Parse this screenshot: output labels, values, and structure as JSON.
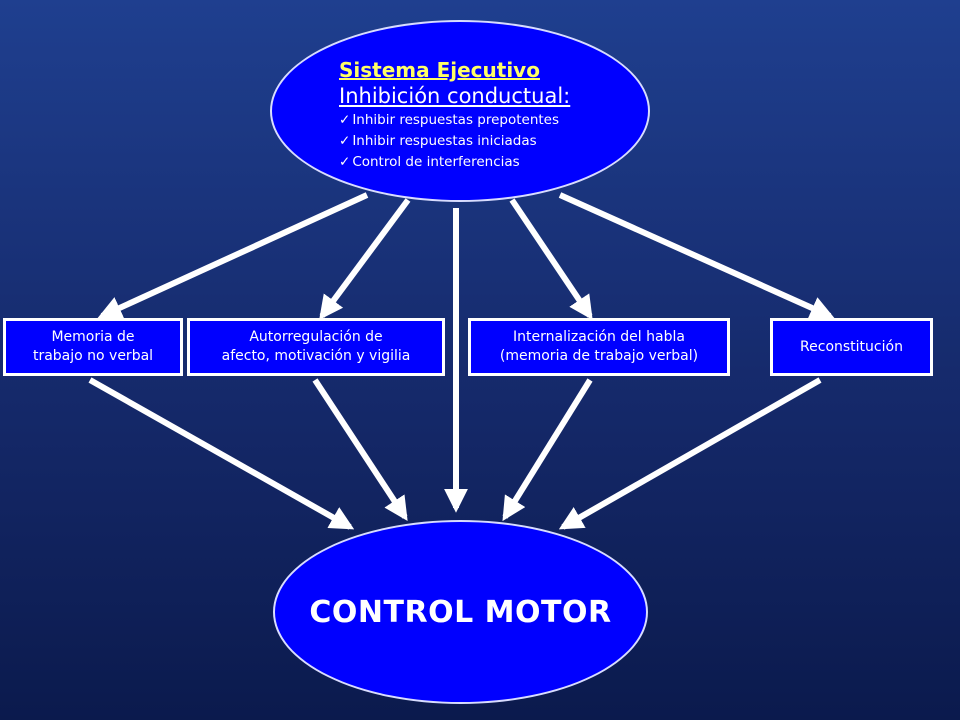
{
  "executive": {
    "title": "Sistema Ejecutivo",
    "subtitle": "Inhibición conductual:",
    "items": [
      "Inhibir respuestas prepotentes",
      "Inhibir respuestas iniciadas",
      "Control de interferencias"
    ]
  },
  "boxes": [
    {
      "line1": "Memoria de",
      "line2": "trabajo no verbal"
    },
    {
      "line1": "Autorregulación de",
      "line2": "afecto, motivación y vigilia"
    },
    {
      "line1": "Internalización del habla",
      "line2": "(memoria de trabajo verbal)"
    },
    {
      "line1": "Reconstitución",
      "line2": ""
    }
  ],
  "motor": {
    "label": "CONTROL MOTOR"
  },
  "colors": {
    "background": "#15296a",
    "node_fill": "#0000ff",
    "title": "#ffff66",
    "arrow": "#ffffff"
  }
}
